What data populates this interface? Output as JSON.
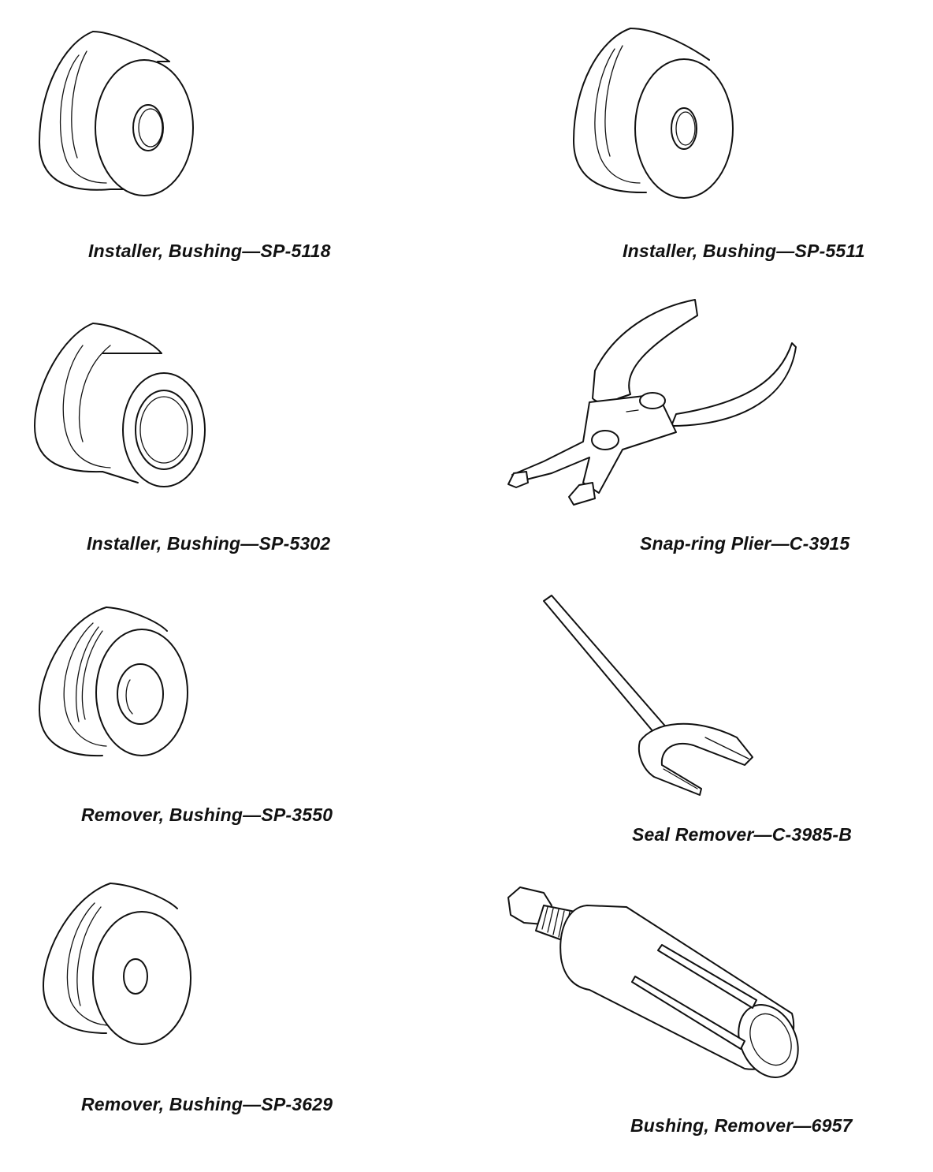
{
  "tools": [
    {
      "id": "sp-5118",
      "caption": "Installer, Bushing—SP-5118"
    },
    {
      "id": "sp-5511",
      "caption": "Installer, Bushing—SP-5511"
    },
    {
      "id": "sp-5302",
      "caption": "Installer, Bushing—SP-5302"
    },
    {
      "id": "c-3915",
      "caption": "Snap-ring Plier—C-3915"
    },
    {
      "id": "sp-3550",
      "caption": "Remover, Bushing—SP-3550"
    },
    {
      "id": "c-3985-b",
      "caption": "Seal Remover—C-3985-B"
    },
    {
      "id": "sp-3629",
      "caption": "Remover, Bushing—SP-3629"
    },
    {
      "id": "6957",
      "caption": "Bushing, Remover—6957"
    }
  ]
}
